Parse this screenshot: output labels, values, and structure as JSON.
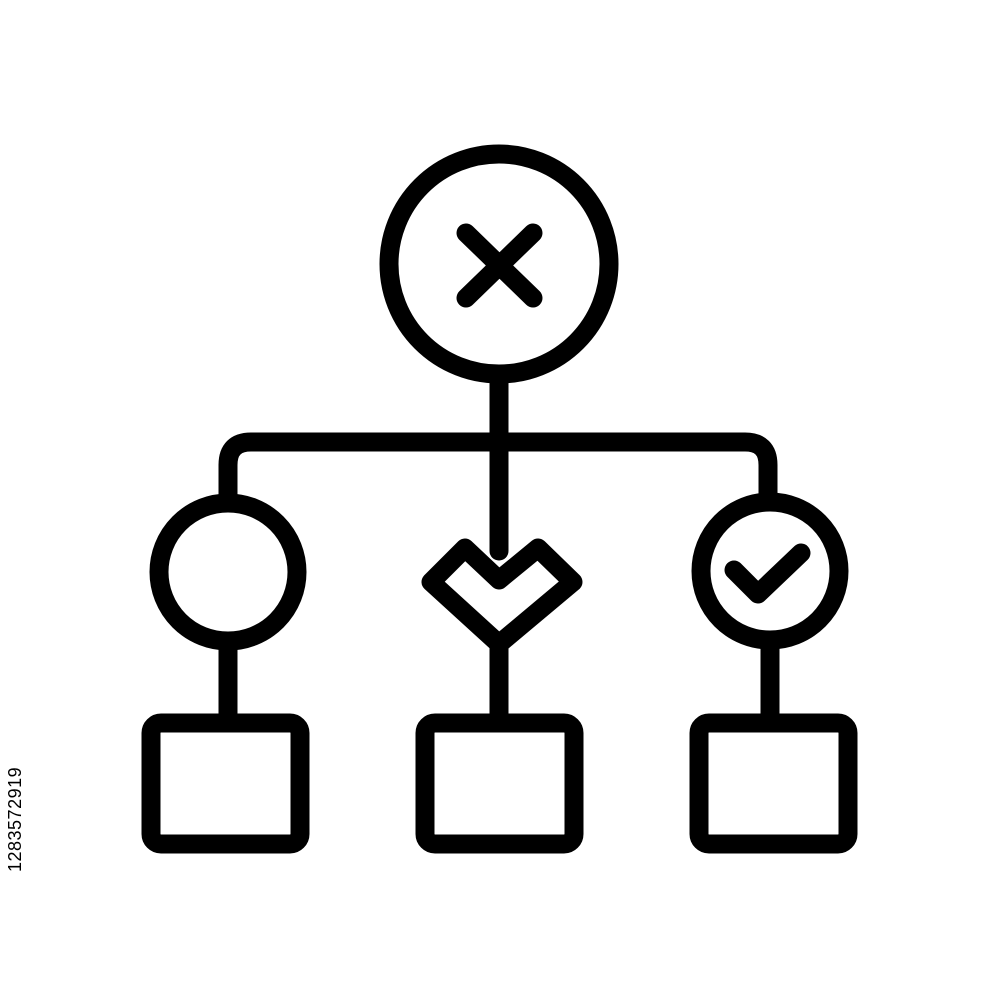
{
  "diagram": {
    "stroke_color": "#000000",
    "background_color": "#ffffff",
    "root_node": {
      "shape": "circle",
      "icon": "x-icon"
    },
    "branches": [
      {
        "node_shape": "circle",
        "icon": "",
        "leaf_shape": "rounded-square"
      },
      {
        "node_shape": "diamond",
        "icon": "",
        "leaf_shape": "rounded-square"
      },
      {
        "node_shape": "circle",
        "icon": "checkmark-icon",
        "leaf_shape": "rounded-square"
      }
    ]
  },
  "watermark": {
    "stock_id": "1283572919",
    "text_color": "#000000"
  }
}
